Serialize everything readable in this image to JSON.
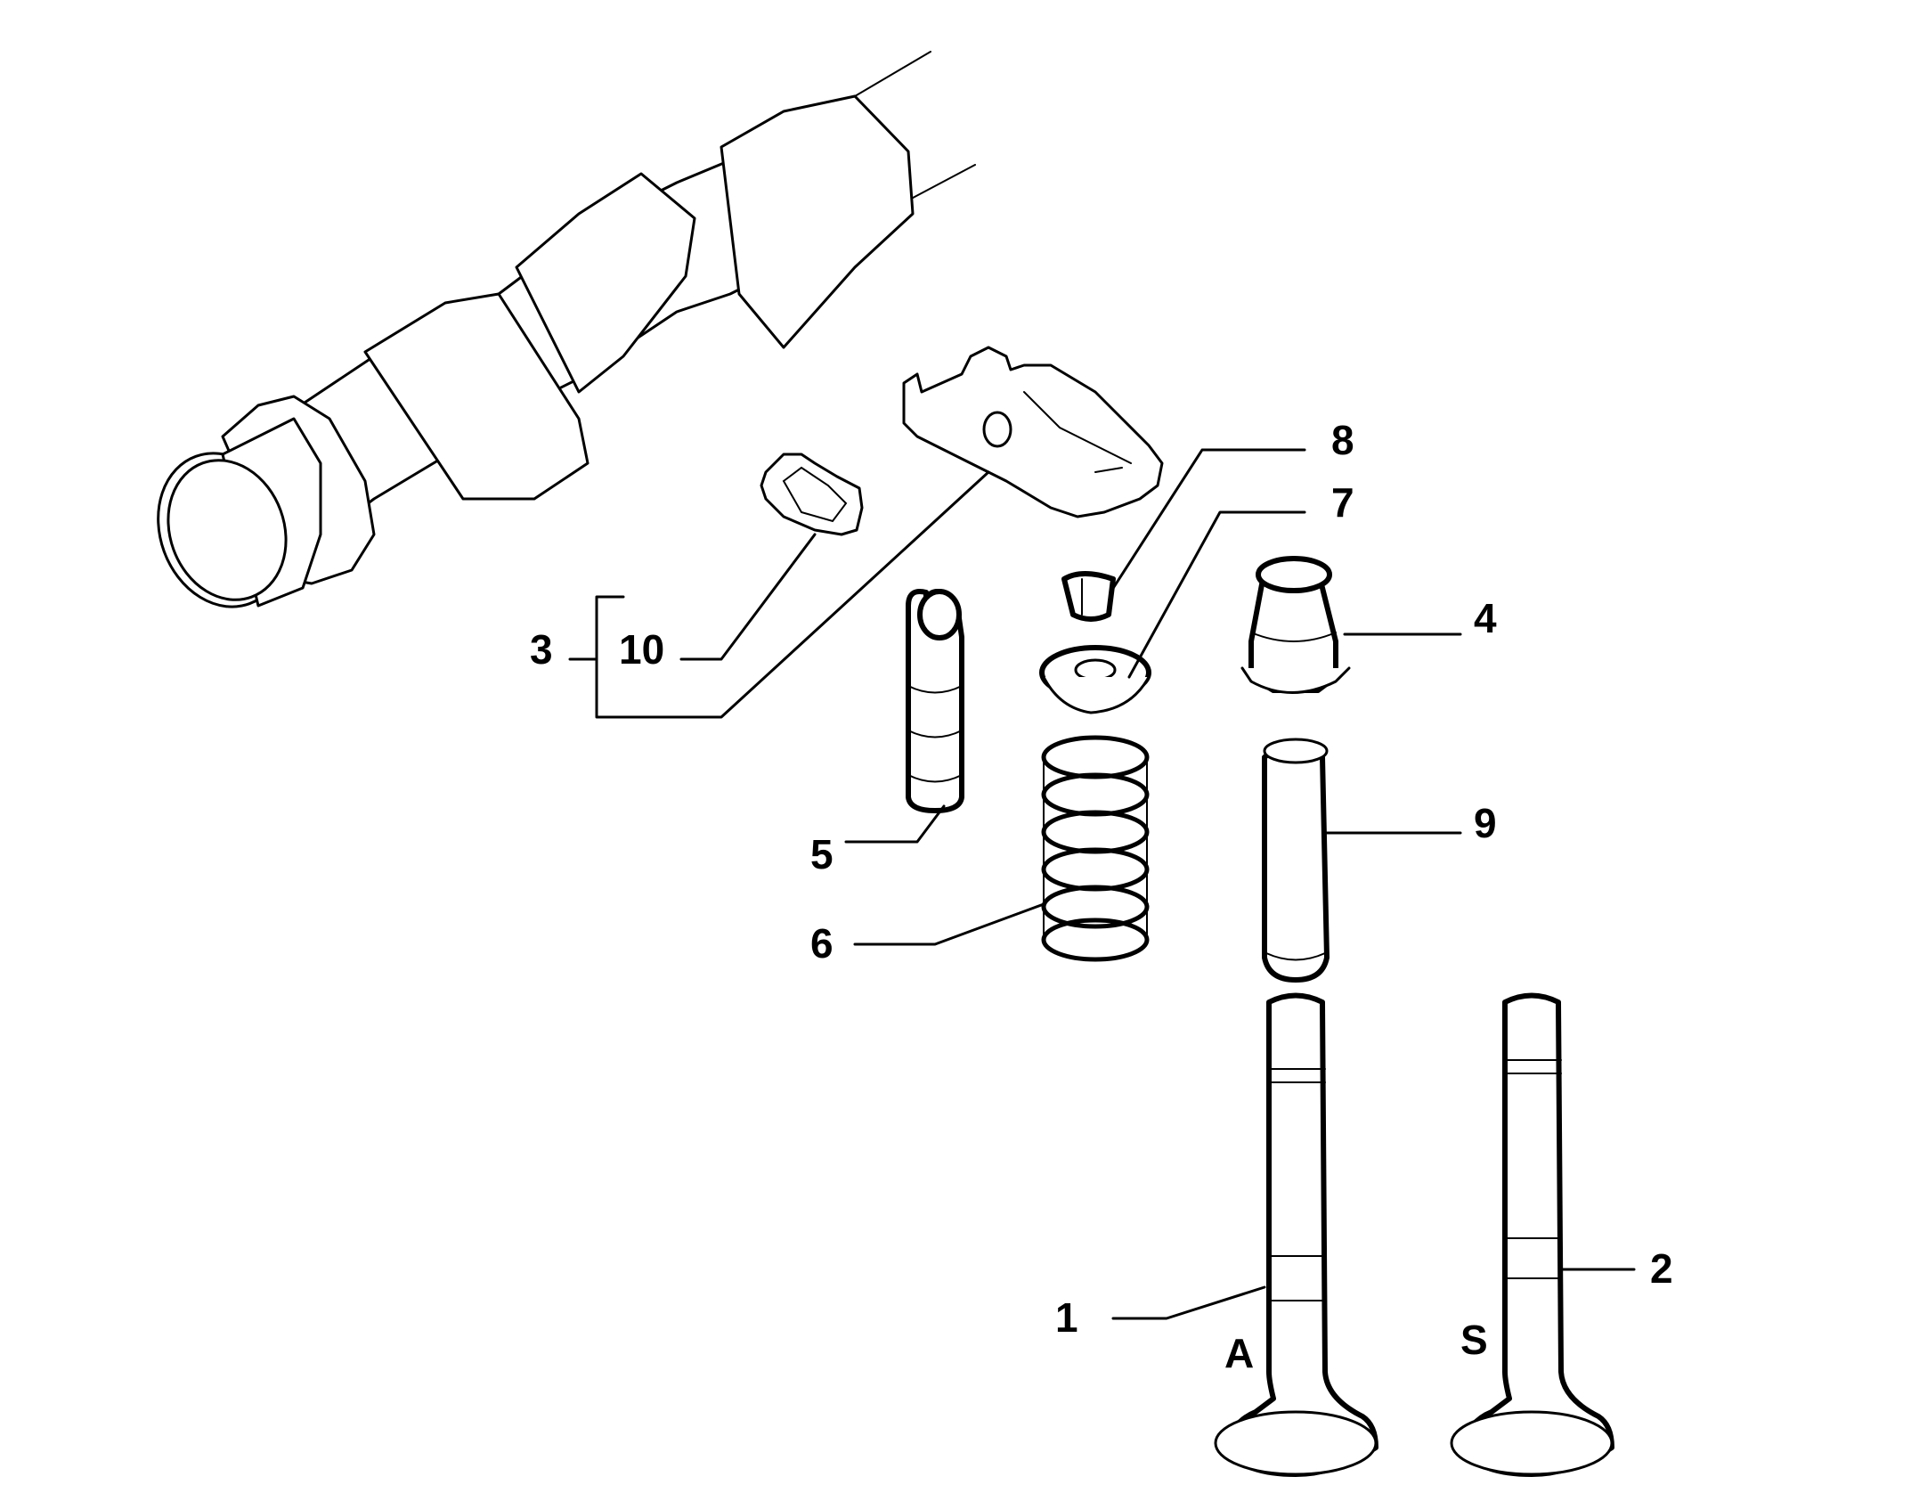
{
  "callouts": {
    "c1": "1",
    "c2": "2",
    "c3": "3",
    "c4": "4",
    "c5": "5",
    "c6": "6",
    "c7": "7",
    "c8": "8",
    "c9": "9",
    "c10": "10"
  },
  "valve_labels": {
    "a": "A",
    "s": "S"
  },
  "colors": {
    "line": "#000000",
    "background": "#ffffff"
  }
}
